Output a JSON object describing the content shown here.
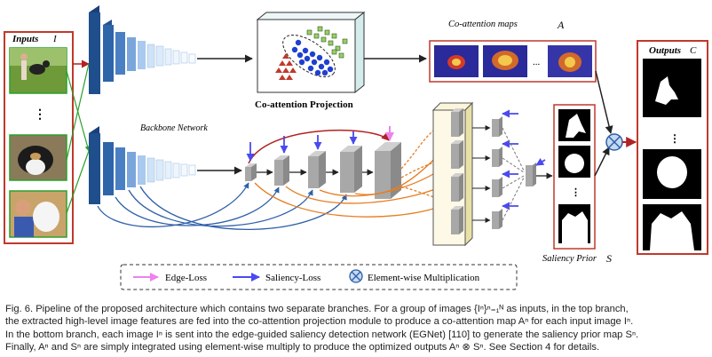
{
  "labels": {
    "inputs": "Inputs",
    "inputs_sym": "I",
    "outputs": "Outputs",
    "outputs_sym": "C",
    "coatt_maps": "Co-attention maps",
    "coatt_maps_sym": "A",
    "coatt_projection": "Co-attention Projection",
    "backbone": "Backbone Network",
    "saliency_prior": "Saliency Prior",
    "saliency_prior_sym": "S",
    "ellipsis": "..."
  },
  "legend": {
    "edge_loss": "Edge-Loss",
    "saliency_loss": "Saliency-Loss",
    "elementwise": "Element-wise Multiplication"
  },
  "caption": {
    "line1": "Fig. 6. Pipeline of the proposed architecture which contains two separate branches. For a group of images {Iⁿ}ⁿ₌₁ᴺ as inputs, in the top branch,",
    "line2": "the extracted high-level image features are fed into the co-attention projection module to produce a co-attention map Aⁿ for each input image Iⁿ.",
    "line3": "In the bottom branch, each image Iⁿ is sent into the edge-guided saliency detection network (EGNet) [110] to generate the saliency prior map Sⁿ.",
    "line4": "Finally, Aⁿ and Sⁿ are simply integrated using element-wise multiply to produce the optimized outputs Aⁿ ⊗ Sⁿ. See Section 4 for details."
  },
  "colors": {
    "frame_red": "#c0392b",
    "dark_blue": "#1f4e8c",
    "mid_blue": "#5b8fd1",
    "light_blue": "#cfe3f7",
    "pink": "#ee82ee",
    "purple_blue": "#4a4af0",
    "orange": "#e67e22",
    "dark_red": "#b22222",
    "green": "#2ca02c"
  }
}
